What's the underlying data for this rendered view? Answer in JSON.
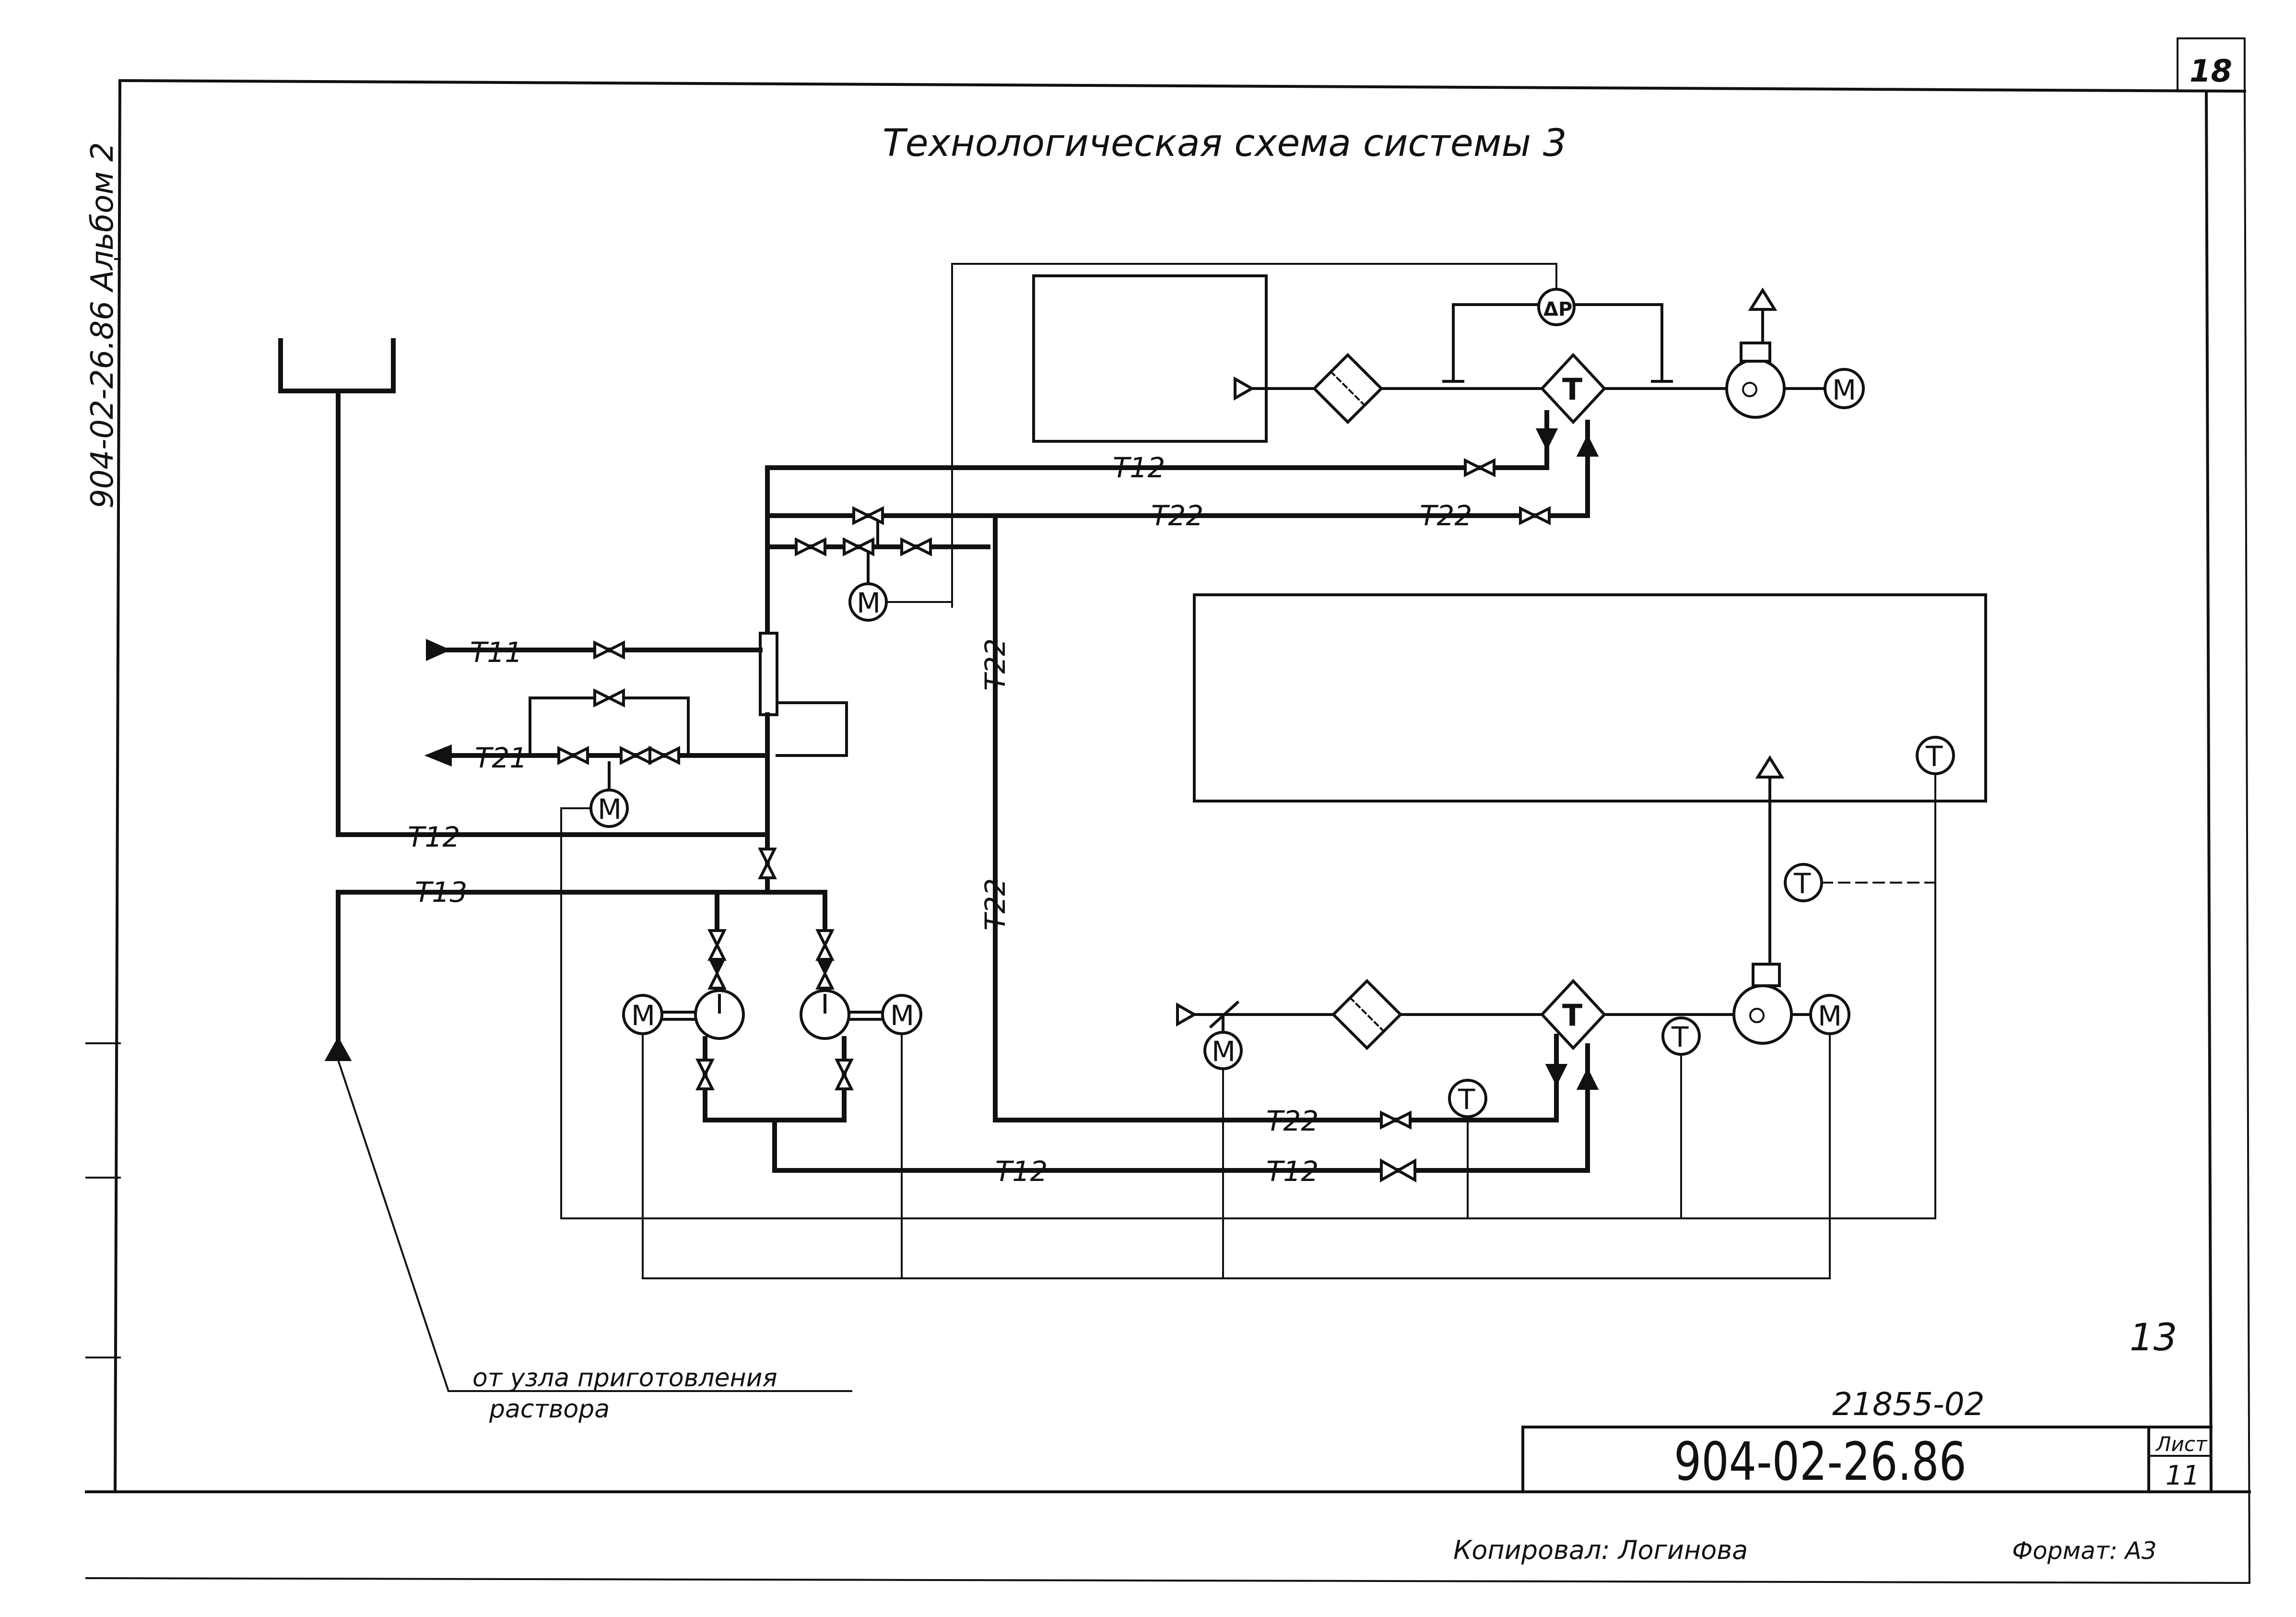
{
  "sheet": {
    "title": "Технологическая схема системы 3",
    "corner_sheet_no": "18",
    "side_text": "904-02-26.86 Альбом 2",
    "page_mark": "13",
    "archive_no": "21855-02",
    "doc_code": "904-02-26.86",
    "list_label": "Лист",
    "list_no": "11",
    "copied_by": "Копировал: Логинова",
    "format": "Формат: А3",
    "source_note_line1": "от узла приготовления",
    "source_note_line2": "раствора"
  },
  "pipe_labels": {
    "t11": "Т11",
    "t21": "Т21",
    "t12_left": "Т12",
    "t13": "Т13",
    "t12_top": "Т12",
    "t22_top_a": "Т22",
    "t22_top_b": "Т22",
    "t22_vert_a": "Т22",
    "t22_vert_b": "Т22",
    "t22_bottom": "Т22",
    "t12_bottom_a": "Т12",
    "t12_bottom_b": "Т12"
  },
  "symbols": {
    "motor": "M",
    "thermo": "T",
    "dp": "ΔP"
  },
  "colors": {
    "ink": "#111111",
    "paper": "#ffffff"
  }
}
